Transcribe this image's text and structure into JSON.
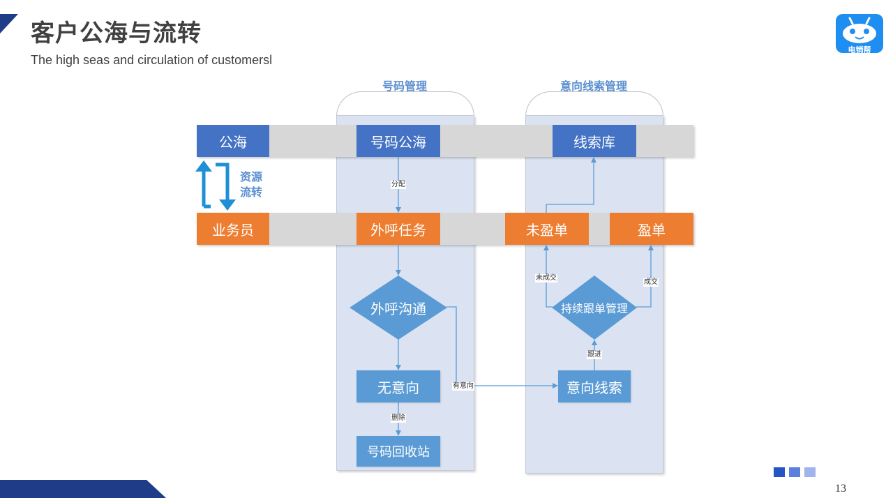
{
  "header": {
    "title": "客户公海与流转",
    "subtitle": "The high seas and circulation of customersl"
  },
  "logo": {
    "icon": "robot-face-icon",
    "text": "电销帮",
    "color": "#1e8ef0"
  },
  "lanes": {
    "number_mgmt": "号码管理",
    "lead_mgmt": "意向线索管理"
  },
  "rows": {
    "public_sea": "公海",
    "salesperson": "业务员"
  },
  "cycle_label": {
    "line1": "资源",
    "line2": "流转"
  },
  "nodes": {
    "number_pool": "号码公海",
    "lead_library": "线索库",
    "call_task": "外呼任务",
    "not_won": "未盈单",
    "won": "盈单",
    "call_communication": "外呼沟通",
    "continuous_followup": "持续跟单管理",
    "no_intent": "无意向",
    "intent_lead": "意向线索",
    "recycle_bin": "号码回收站"
  },
  "edges": {
    "assign": "分配",
    "has_intent": "有意向",
    "delete": "删除",
    "follow_up": "跟进",
    "not_closed": "未成交",
    "closed": "成交"
  },
  "colors": {
    "title_text": "#404040",
    "dark_blue": "#4472c4",
    "orange": "#ed7d31",
    "light_blue": "#5b9bd5",
    "lane_fill": "#dbe3f3",
    "band_gray": "#d7d7d7",
    "footer_navy": "#1f3c88"
  },
  "footer": {
    "page_number": "13"
  }
}
